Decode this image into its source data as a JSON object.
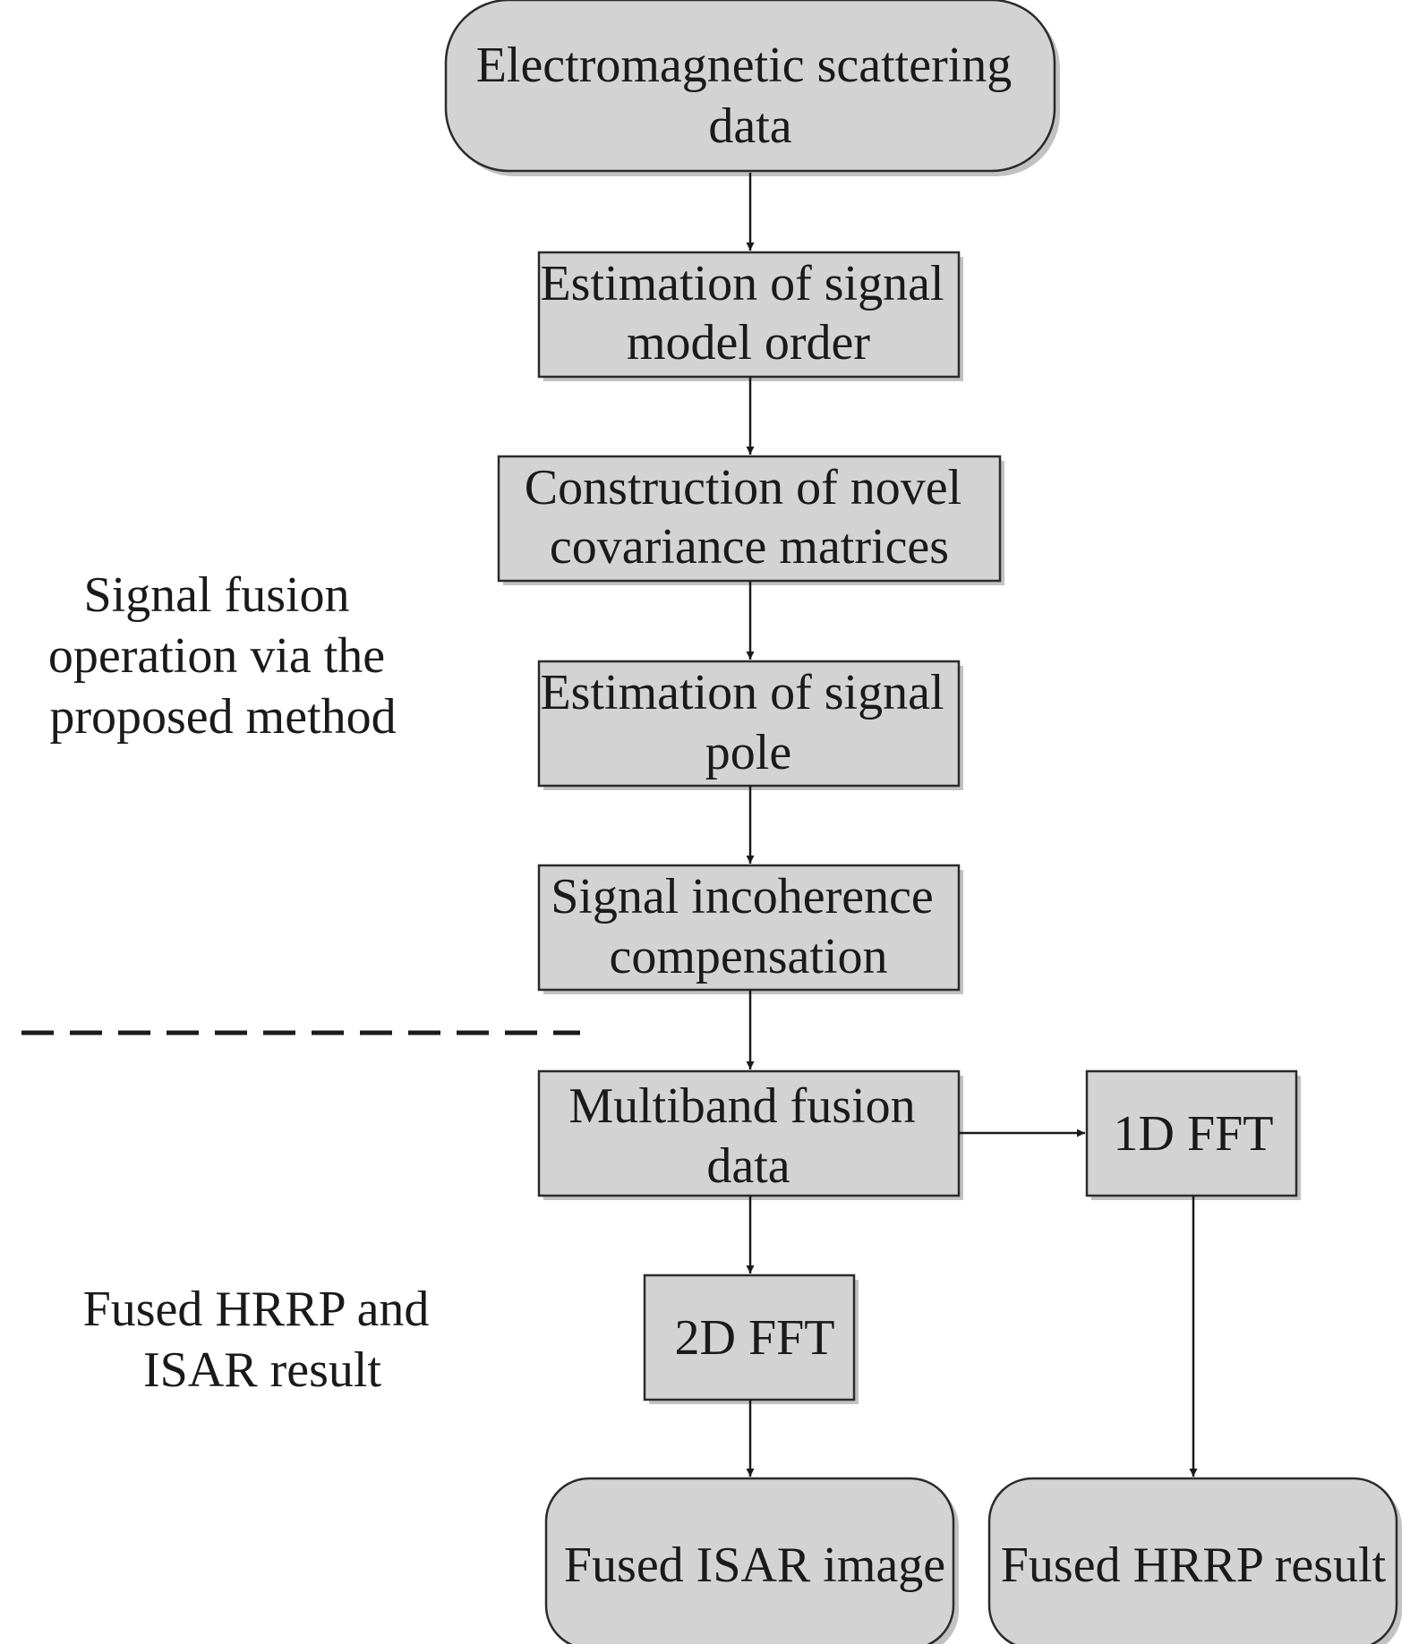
{
  "nodes": {
    "em_data": {
      "lines": [
        "Electromagnetic scattering",
        "data"
      ]
    },
    "model_order": {
      "lines": [
        "Estimation of signal",
        "model order"
      ]
    },
    "covariance": {
      "lines": [
        "Construction of novel",
        "covariance matrices"
      ]
    },
    "pole": {
      "lines": [
        "Estimation of signal",
        "pole"
      ]
    },
    "incoherence": {
      "lines": [
        "Signal incoherence",
        "compensation"
      ]
    },
    "fusion_data": {
      "lines": [
        "Multiband fusion",
        "data"
      ]
    },
    "fft1d": {
      "lines": [
        "1D FFT"
      ]
    },
    "fft2d": {
      "lines": [
        "2D FFT"
      ]
    },
    "isar_image": {
      "lines": [
        "Fused ISAR image"
      ]
    },
    "hrrp_result": {
      "lines": [
        "Fused HRRP result"
      ]
    }
  },
  "side_labels": {
    "fusion_section": {
      "lines": [
        "Signal fusion",
        "operation via the",
        "proposed method"
      ]
    },
    "result_section": {
      "lines": [
        "Fused HRRP and",
        "ISAR result"
      ]
    }
  },
  "colors": {
    "node_fill": "#d3d3d3",
    "stroke": "#2b2b2b",
    "text": "#1a1a1a"
  }
}
